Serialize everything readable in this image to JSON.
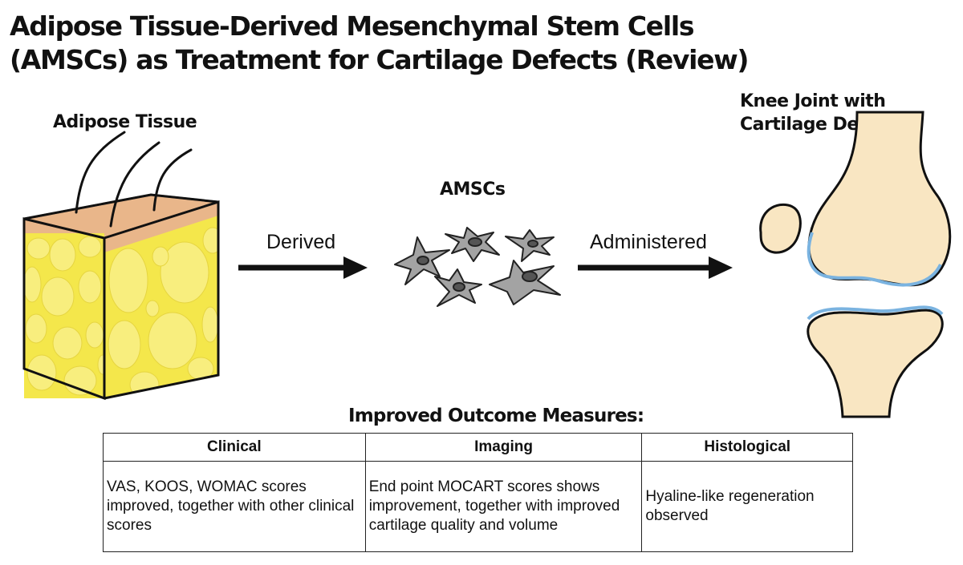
{
  "title": {
    "line1": "Adipose Tissue-Derived Mesenchymal Stem Cells",
    "line2": "(AMSCs) as Treatment for Cartilage Defects (Review)"
  },
  "labels": {
    "adipose": "Adipose Tissue",
    "amscs": "AMSCs",
    "knee": "Knee Joint with Cartilage Defect"
  },
  "arrows": {
    "derived": "Derived",
    "administered": "Administered"
  },
  "outcomes": {
    "title": "Improved Outcome Measures:",
    "columns": [
      "Clinical",
      "Imaging",
      "Histological"
    ],
    "rows": [
      [
        "VAS, KOOS, WOMAC scores improved, together with other clinical scores",
        "End point MOCART scores shows improvement, together with improved cartilage quality and volume",
        "Hyaline-like regeneration observed"
      ]
    ]
  },
  "colors": {
    "fat_yellow": "#f4e74b",
    "skin_tan": "#e9b68a",
    "bone": "#f9e6c2",
    "cartilage_blue": "#7ab3e0",
    "cell_gray": "#a3a3a3"
  }
}
